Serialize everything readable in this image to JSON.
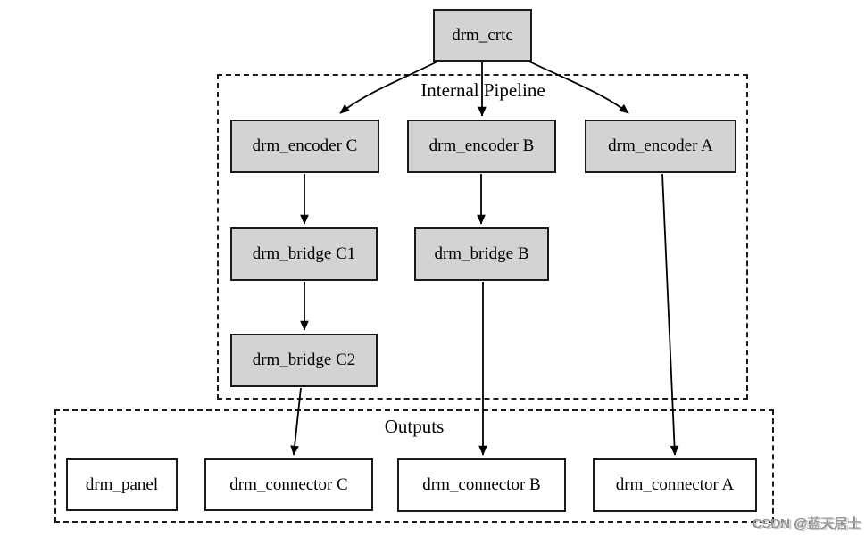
{
  "diagram": {
    "type": "graph",
    "description": "DRM KMS display pipeline diagram",
    "clusters": [
      {
        "id": "internal_pipeline",
        "label": "Internal Pipeline"
      },
      {
        "id": "outputs",
        "label": "Outputs"
      }
    ],
    "nodes": {
      "crtc": {
        "label": "drm_crtc",
        "cluster": null
      },
      "encoder_c": {
        "label": "drm_encoder C",
        "cluster": "internal_pipeline"
      },
      "encoder_b": {
        "label": "drm_encoder B",
        "cluster": "internal_pipeline"
      },
      "encoder_a": {
        "label": "drm_encoder A",
        "cluster": "internal_pipeline"
      },
      "bridge_c1": {
        "label": "drm_bridge C1",
        "cluster": "internal_pipeline"
      },
      "bridge_b": {
        "label": "drm_bridge B",
        "cluster": "internal_pipeline"
      },
      "bridge_c2": {
        "label": "drm_bridge C2",
        "cluster": "internal_pipeline"
      },
      "panel": {
        "label": "drm_panel",
        "cluster": "outputs"
      },
      "connector_c": {
        "label": "drm_connector C",
        "cluster": "outputs"
      },
      "connector_b": {
        "label": "drm_connector B",
        "cluster": "outputs"
      },
      "connector_a": {
        "label": "drm_connector A",
        "cluster": "outputs"
      }
    },
    "edges": [
      {
        "from": "drm_crtc",
        "to": "drm_encoder C"
      },
      {
        "from": "drm_crtc",
        "to": "drm_encoder B"
      },
      {
        "from": "drm_crtc",
        "to": "drm_encoder A"
      },
      {
        "from": "drm_encoder C",
        "to": "drm_bridge C1"
      },
      {
        "from": "drm_bridge C1",
        "to": "drm_bridge C2"
      },
      {
        "from": "drm_bridge C2",
        "to": "drm_connector C"
      },
      {
        "from": "drm_encoder B",
        "to": "drm_bridge B"
      },
      {
        "from": "drm_bridge B",
        "to": "drm_connector B"
      },
      {
        "from": "drm_encoder A",
        "to": "drm_connector A"
      }
    ],
    "colors": {
      "node_fill": "#d3d3d3",
      "node_border": "#1a1a1a",
      "output_fill": "#ffffff",
      "edge_color": "#000000",
      "watermark_color": "#9a9a9a"
    }
  },
  "watermark": {
    "text": "CSDN @蓝天居士"
  }
}
